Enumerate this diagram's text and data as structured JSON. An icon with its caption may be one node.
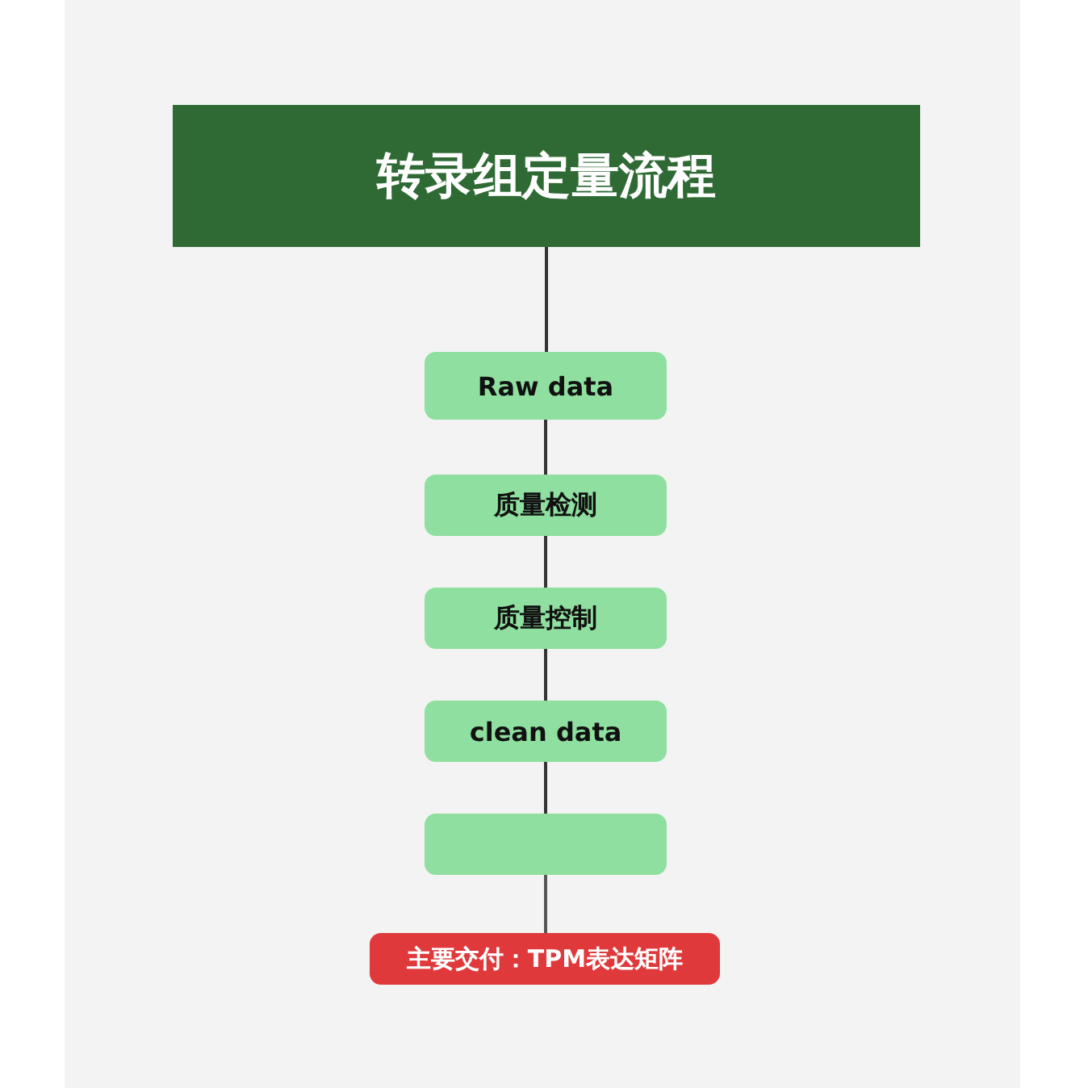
{
  "diagram": {
    "nodes": [
      {
        "text": [
          "转录组定量流程"
        ]
      },
      {
        "text": [
          "Raw data"
        ]
      },
      {
        "text": [
          "质量检测"
        ]
      },
      {
        "text": [
          "质量控制"
        ]
      },
      {
        "text": [
          "clean data"
        ]
      },
      {
        "text": [],
        "shape": "box"
      },
      {
        "text": [
          "主要交付：TPM表达矩阵"
        ]
      }
    ],
    "edges": [
      {
        "from": 0,
        "to": 1,
        "arrow": "none"
      },
      {
        "from": 1,
        "to": 2,
        "arrow": "none"
      },
      {
        "from": 2,
        "to": 3,
        "arrow": "none"
      },
      {
        "from": 3,
        "to": 4,
        "arrow": "none"
      },
      {
        "from": 4,
        "to": 5,
        "arrow": "none"
      },
      {
        "from": 5,
        "to": 6,
        "arrow": "none",
        "color": "#555555"
      }
    ]
  }
}
